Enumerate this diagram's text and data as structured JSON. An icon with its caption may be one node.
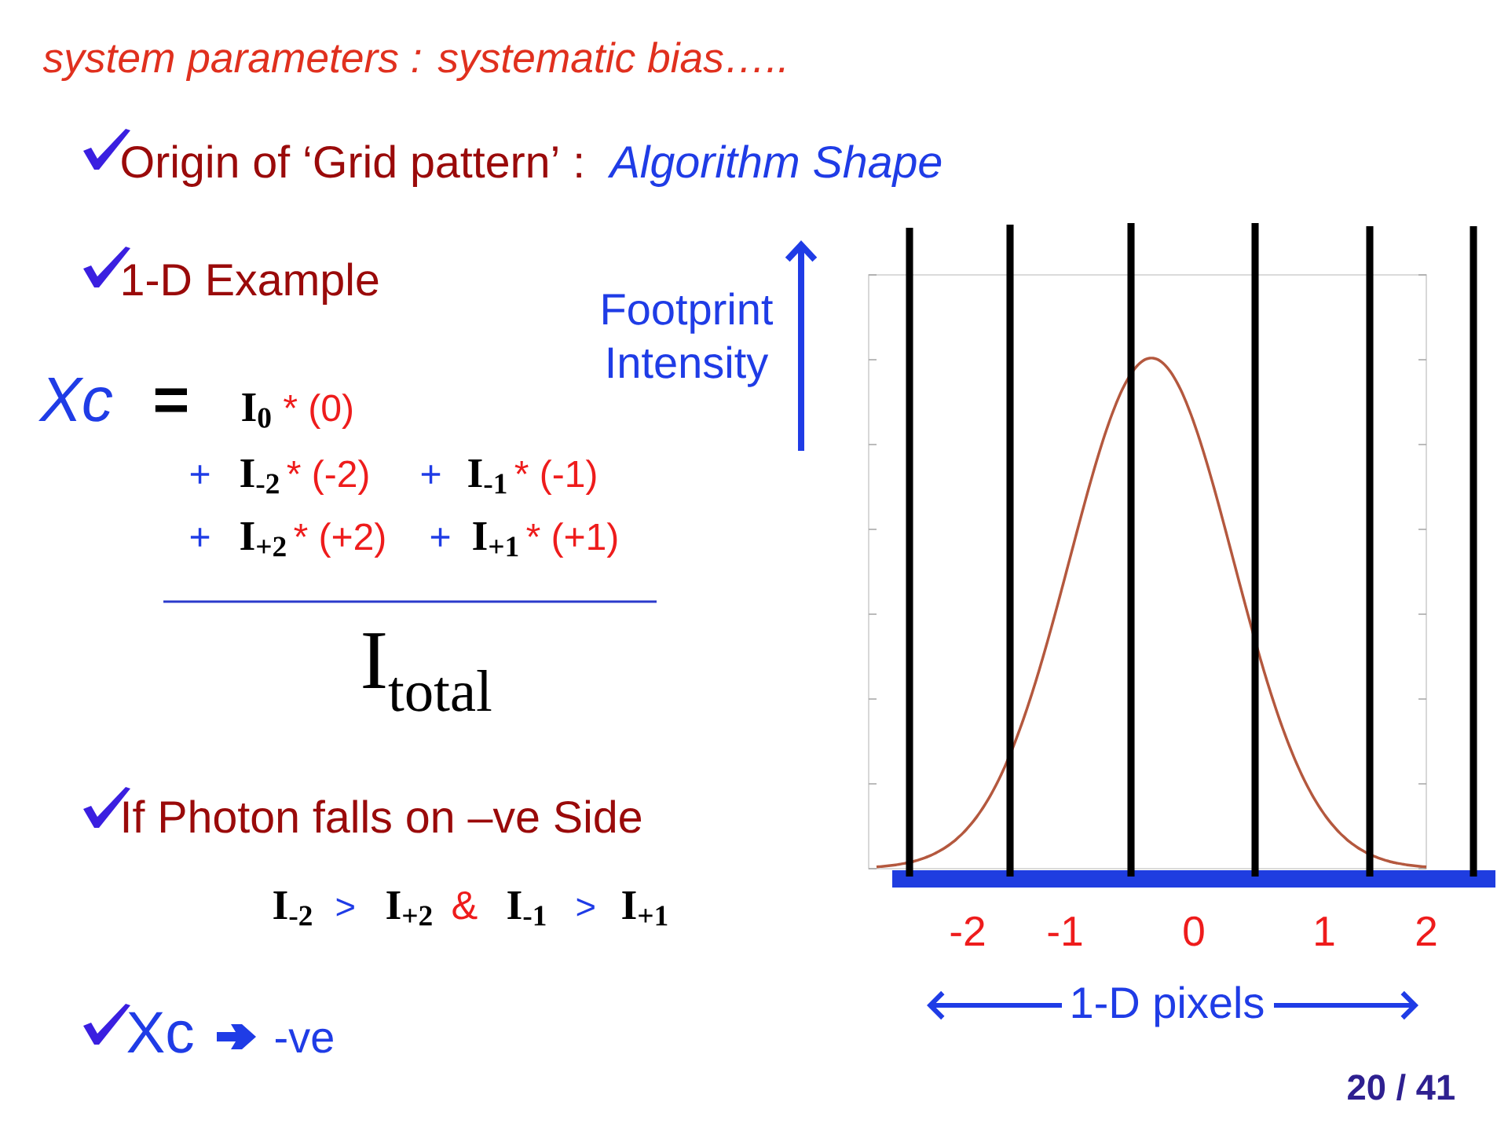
{
  "diagram": {
    "title": "system parameters : systematic bias…..",
    "labels": [
      "Origin of ‘Grid pattern’ :",
      "Algorithm Shape",
      "1-D Example",
      "Footprint Intensity",
      "Xc",
      "=",
      "I$_{0}$",
      "* (0)",
      "+",
      "I$_{-2}$",
      "* (-2)",
      "+",
      "I$_{-1}$",
      "* (-1)",
      "+",
      "I$_{+2}$",
      "* (+2)",
      "+",
      "I$_{+1}$",
      "* (+1)",
      "I$_{total}$",
      "If Photon falls on –ve Side",
      "I$_{-2}$",
      ">",
      "I$_{+2}$",
      "&",
      "I$_{-1}$",
      ">",
      "I$_{+1}$",
      "-2",
      "-1",
      "0",
      "1",
      "2",
      "1-D pixels",
      "Xc",
      "-ve",
      "20 / 41"
    ]
  }
}
